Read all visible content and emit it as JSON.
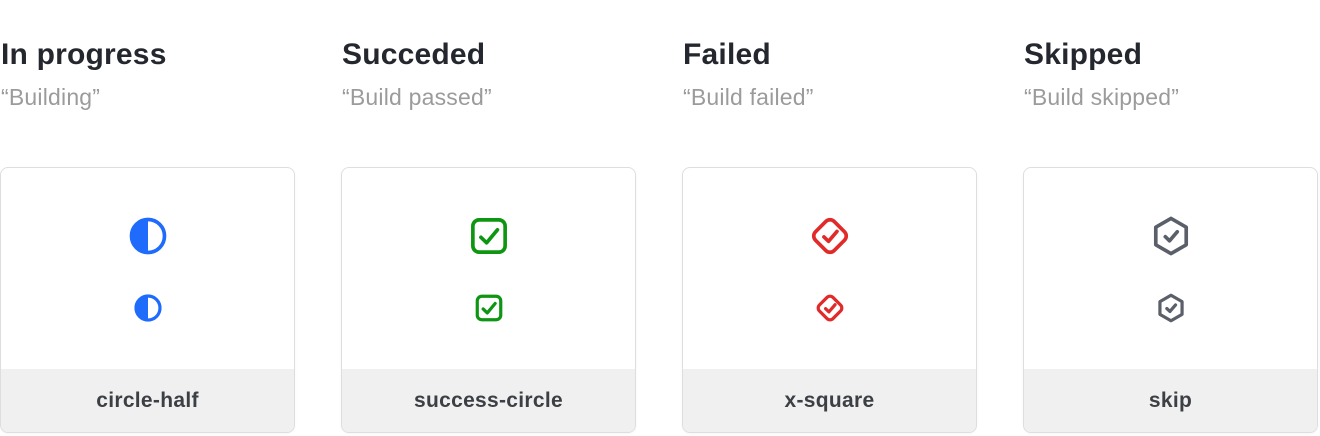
{
  "columns": [
    {
      "title": "In progress",
      "subtitle": "“Building”",
      "icon": "circle-half-icon",
      "icon_color": "#1f6bfc",
      "label": "circle-half"
    },
    {
      "title": "Succeded",
      "subtitle": "“Build passed”",
      "icon": "check-square-icon",
      "icon_color": "#0e9612",
      "label": "success-circle"
    },
    {
      "title": "Failed",
      "subtitle": "“Build failed”",
      "icon": "check-diamond-icon",
      "icon_color": "#e12a2a",
      "label": "x-square"
    },
    {
      "title": "Skipped",
      "subtitle": "“Build skipped”",
      "icon": "check-hexagon-icon",
      "icon_color": "#5a5f69",
      "label": "skip"
    }
  ],
  "styles": {
    "heading_color": "#24272d",
    "subtitle_color": "#9b9b9b",
    "card_border": "#dedede",
    "card_background": "#ffffff",
    "footer_background": "#f0f0f1",
    "label_color": "#3c3f44",
    "page_background": "#ffffff"
  }
}
